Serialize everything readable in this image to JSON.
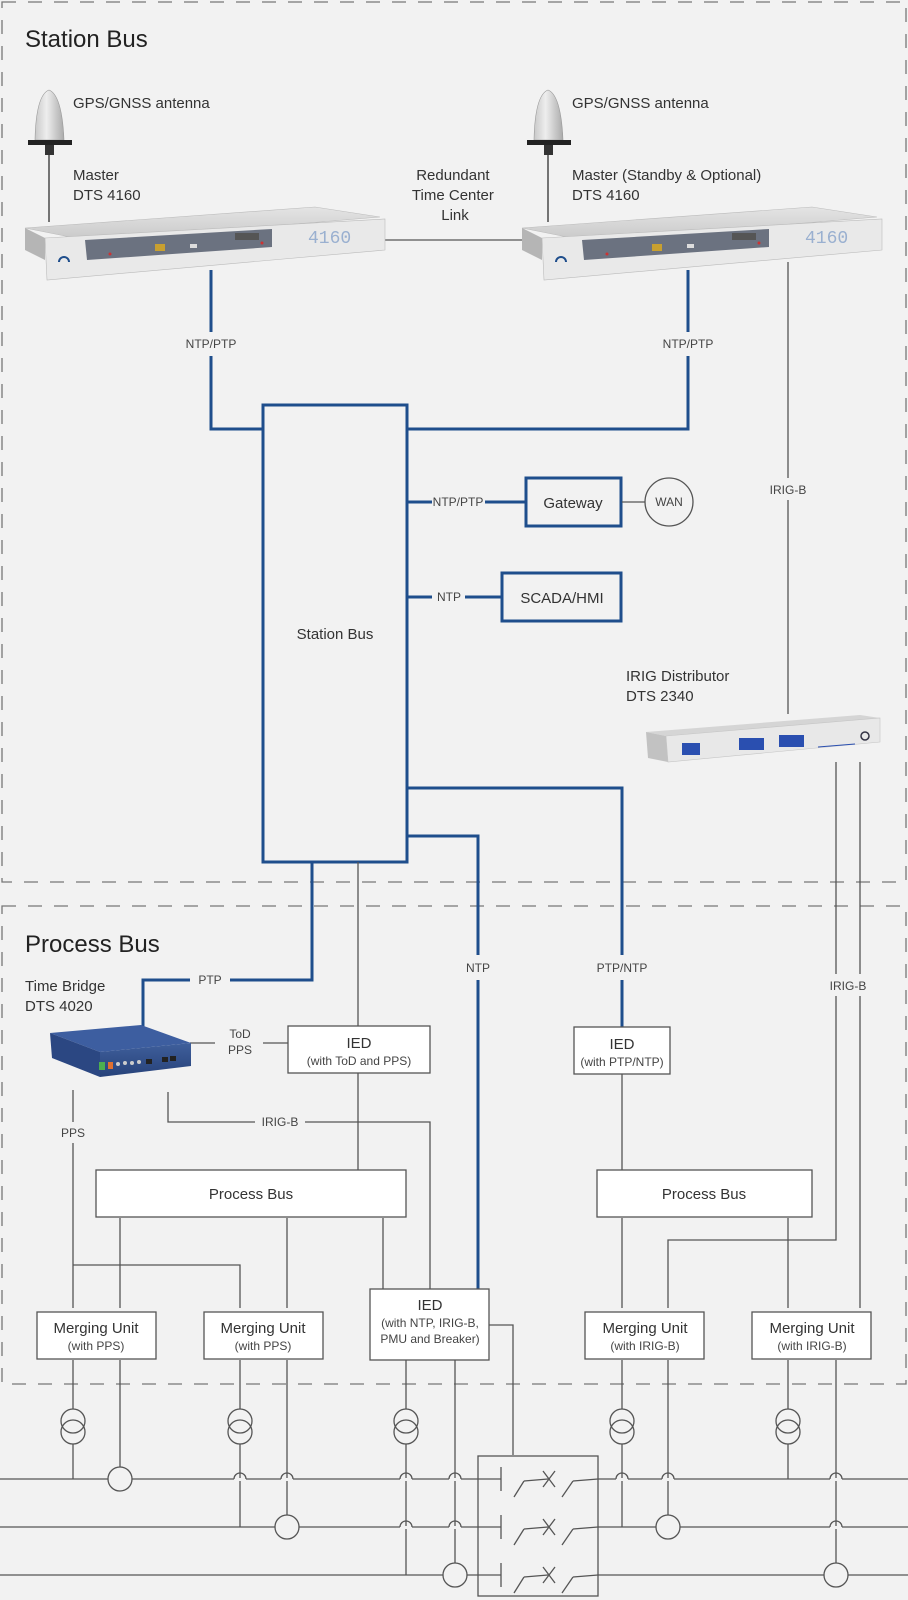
{
  "sections": {
    "station_bus_title": "Station Bus",
    "process_bus_title": "Process Bus"
  },
  "devices": {
    "antenna_left_label": "GPS/GNSS antenna",
    "antenna_right_label": "GPS/GNSS antenna",
    "master_name": "Master",
    "master_model": "DTS 4160",
    "standby_name": "Master (Standby & Optional)",
    "standby_model": "DTS 4160",
    "display_digits": "4160",
    "redundant_link": [
      "Redundant",
      "Time Center",
      "Link"
    ],
    "irig_dist_name": "IRIG Distributor",
    "irig_dist_model": "DTS 2340",
    "time_bridge_name": "Time Bridge",
    "time_bridge_model": "DTS 4020"
  },
  "boxes": {
    "station_bus": "Station Bus",
    "gateway": "Gateway",
    "wan": "WAN",
    "scada": "SCADA/HMI",
    "ied_tod": {
      "title": "IED",
      "sub": "(with ToD and PPS)"
    },
    "ied_ptp": {
      "title": "IED",
      "sub": "(with PTP/NTP)"
    },
    "process_bus_left": "Process Bus",
    "process_bus_right": "Process Bus",
    "ied_ntp": {
      "title": "IED",
      "sub1": "(with NTP, IRIG-B,",
      "sub2": "PMU and Breaker)"
    },
    "mu1": {
      "title": "Merging Unit",
      "sub": "(with PPS)"
    },
    "mu2": {
      "title": "Merging Unit",
      "sub": "(with PPS)"
    },
    "mu3": {
      "title": "Merging Unit",
      "sub": "(with IRIG-B)"
    },
    "mu4": {
      "title": "Merging Unit",
      "sub": "(with IRIG-B)"
    }
  },
  "links": {
    "master_ntp_ptp": "NTP/PTP",
    "standby_ntp_ptp": "NTP/PTP",
    "gateway_ntp_ptp": "NTP/PTP",
    "scada_ntp": "NTP",
    "irig_b_top": "IRIG-B",
    "ptp": "PTP",
    "tod": "ToD",
    "pps_tod": "PPS",
    "pps": "PPS",
    "irig_b_bridge": "IRIG-B",
    "ntp_ied": "NTP",
    "ptp_ntp": "PTP/NTP",
    "irig_b_right": "IRIG-B"
  },
  "colors": {
    "network_line": "#1f4e8c",
    "wire": "#555555",
    "background": "#f2f2f2"
  }
}
